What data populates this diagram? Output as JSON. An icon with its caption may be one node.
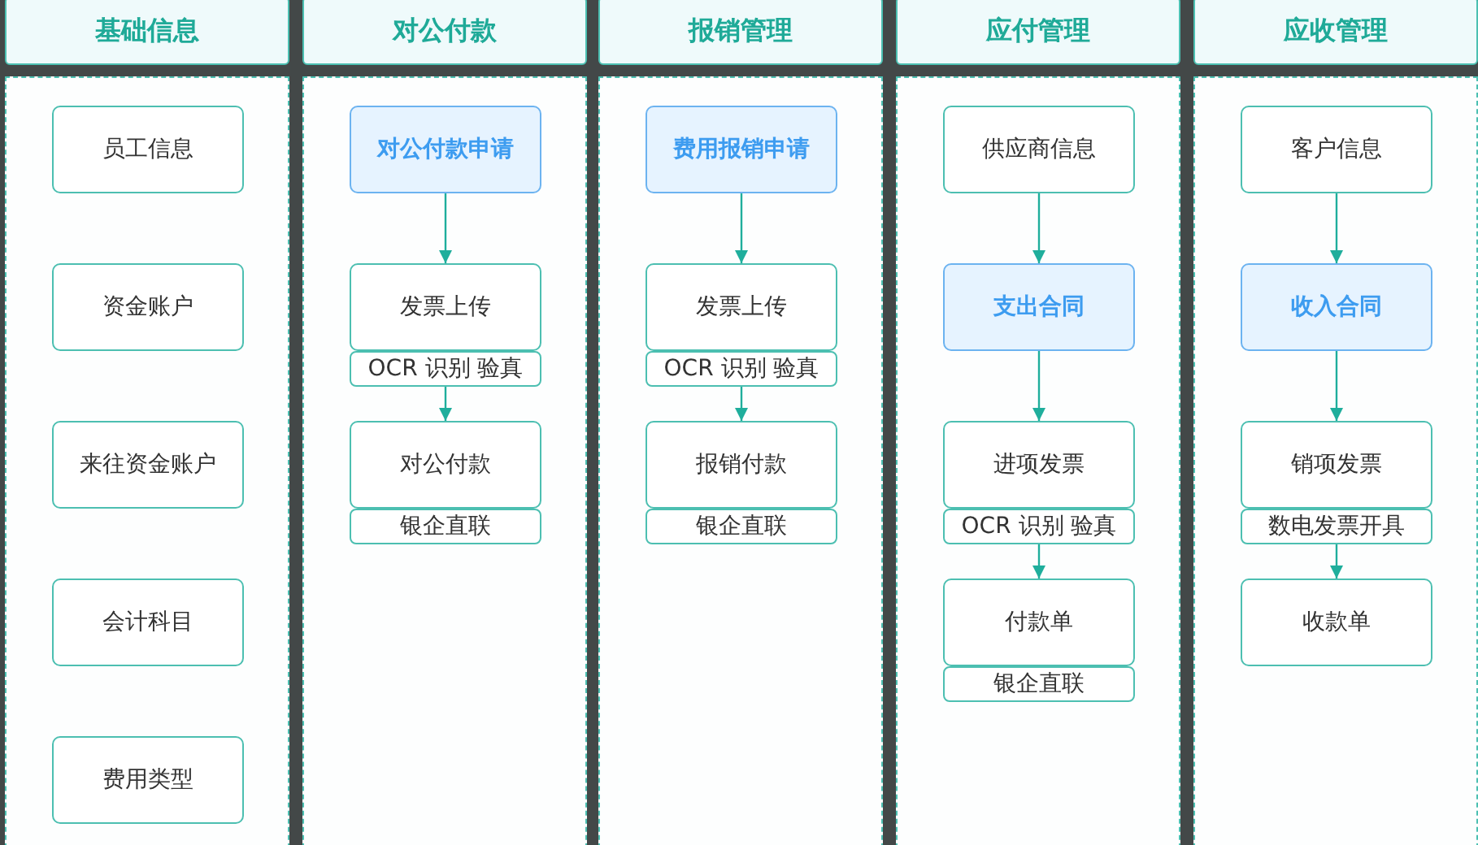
{
  "diagram": {
    "nodes": [
      {
        "text": [
          "基础信息"
        ]
      },
      {
        "text": [],
        "shape": "box"
      },
      {
        "text": [
          "员工信息"
        ],
        "in": 1
      },
      {
        "text": [
          "资金账户"
        ],
        "in": 1
      },
      {
        "text": [
          "来往资金账户"
        ],
        "in": 1
      },
      {
        "text": [
          "会计科目"
        ],
        "in": 1
      },
      {
        "text": [
          "费用类型"
        ],
        "in": 1
      },
      {
        "text": [
          "对公付款"
        ]
      },
      {
        "text": [],
        "shape": "box"
      },
      {
        "text": [
          "对公付款申请"
        ],
        "in": 8
      },
      {
        "text": [
          "发票上传"
        ],
        "in": 8
      },
      {
        "text": [
          "OCR 识别 验真"
        ],
        "in": 8
      },
      {
        "text": [
          "对公付款"
        ],
        "in": 8
      },
      {
        "text": [
          "银企直联"
        ],
        "in": 8
      },
      {
        "text": [
          "报销管理"
        ]
      },
      {
        "text": [],
        "shape": "box"
      },
      {
        "text": [
          "费用报销申请"
        ],
        "in": 15
      },
      {
        "text": [
          "发票上传"
        ],
        "in": 15
      },
      {
        "text": [
          "OCR 识别 验真"
        ],
        "in": 15
      },
      {
        "text": [
          "报销付款"
        ],
        "in": 15
      },
      {
        "text": [
          "银企直联"
        ],
        "in": 15
      },
      {
        "text": [
          "应付管理"
        ]
      },
      {
        "text": [],
        "shape": "box"
      },
      {
        "text": [
          "供应商信息"
        ],
        "in": 22
      },
      {
        "text": [
          "支出合同"
        ],
        "in": 22
      },
      {
        "text": [
          "进项发票"
        ],
        "in": 22
      },
      {
        "text": [
          "OCR 识别 验真"
        ],
        "in": 22
      },
      {
        "text": [
          "付款单"
        ],
        "in": 22
      },
      {
        "text": [
          "银企直联"
        ],
        "in": 22
      },
      {
        "text": [
          "应收管理"
        ]
      },
      {
        "text": [],
        "shape": "box"
      },
      {
        "text": [
          "客户信息"
        ],
        "in": 30
      },
      {
        "text": [
          "收入合同"
        ],
        "in": 30
      },
      {
        "text": [
          "销项发票"
        ],
        "in": 30
      },
      {
        "text": [
          "数电发票开具"
        ],
        "in": 30
      },
      {
        "text": [
          "收款单"
        ],
        "in": 30
      }
    ],
    "edges": [
      {
        "from": 9,
        "to": 10,
        "arrow": "to"
      },
      {
        "from": 11,
        "to": 12,
        "arrow": "to"
      },
      {
        "from": 16,
        "to": 17,
        "arrow": "to"
      },
      {
        "from": 18,
        "to": 19,
        "arrow": "to"
      },
      {
        "from": 23,
        "to": 24,
        "arrow": "to"
      },
      {
        "from": 24,
        "to": 25,
        "arrow": "to"
      },
      {
        "from": 26,
        "to": 27,
        "arrow": "to"
      },
      {
        "from": 31,
        "to": 32,
        "arrow": "to"
      },
      {
        "from": 32,
        "to": 33,
        "arrow": "to"
      },
      {
        "from": 34,
        "to": 35,
        "arrow": "to"
      }
    ]
  }
}
